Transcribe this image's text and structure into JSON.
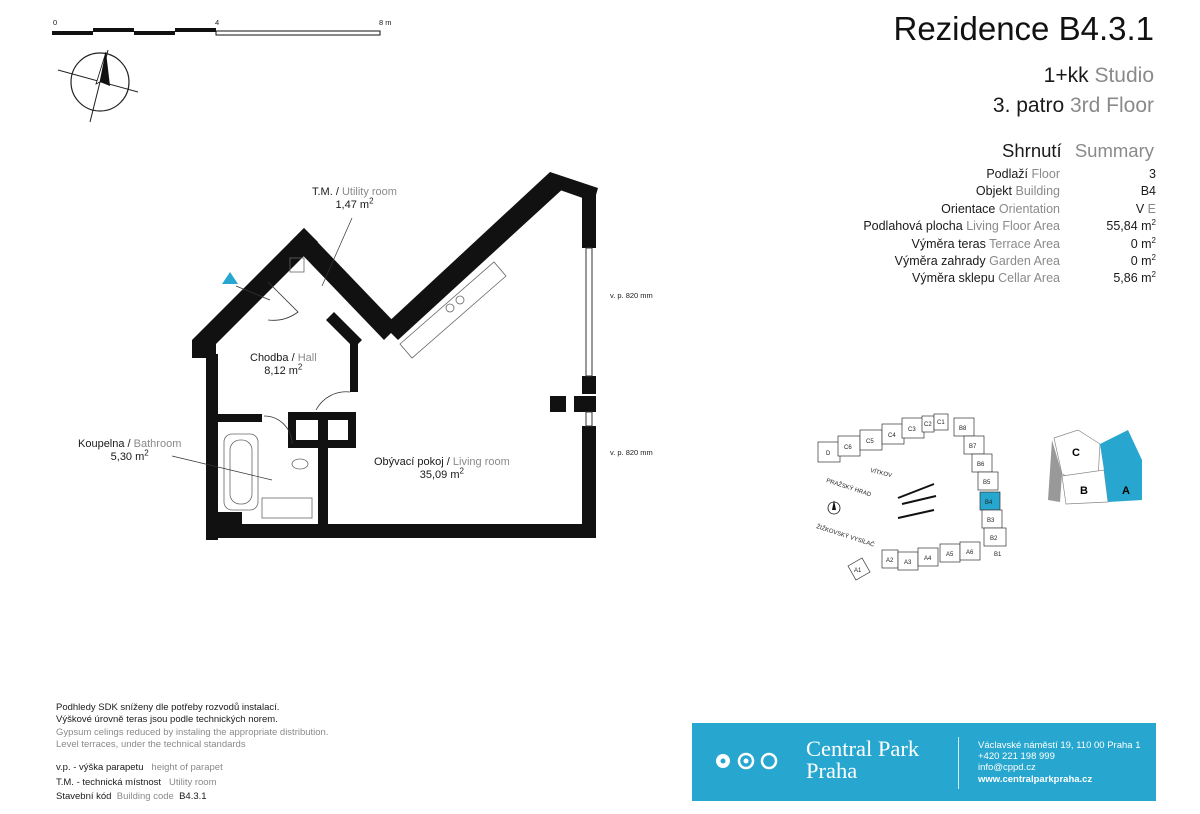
{
  "header": {
    "title": "Rezidence B4.3.1",
    "unit_type_cz": "1+kk",
    "unit_type_en": "Studio",
    "floor_cz": "3. patro",
    "floor_en": "3rd Floor"
  },
  "summary": {
    "heading_cz": "Shrnutí",
    "heading_en": "Summary",
    "rows": [
      {
        "label_cz": "Podlaží",
        "label_en": "Floor",
        "value": "3",
        "unit": ""
      },
      {
        "label_cz": "Objekt",
        "label_en": "Building",
        "value": "B4",
        "unit": ""
      },
      {
        "label_cz": "Orientace",
        "label_en": "Orientation",
        "value": "V",
        "value_en": "E",
        "unit": ""
      },
      {
        "label_cz": "Podlahová plocha",
        "label_en": "Living Floor Area",
        "value": "55,84 m",
        "unit": "2"
      },
      {
        "label_cz": "Výměra teras",
        "label_en": "Terrace Area",
        "value": "0 m",
        "unit": "2"
      },
      {
        "label_cz": "Výměra zahrady",
        "label_en": "Garden Area",
        "value": "0 m",
        "unit": "2"
      },
      {
        "label_cz": "Výměra sklepu",
        "label_en": "Cellar Area",
        "value": "5,86 m",
        "unit": "2"
      }
    ]
  },
  "scale": {
    "label_0": "0",
    "label_4": "4",
    "label_8": "8 m"
  },
  "rooms": {
    "utility": {
      "name_cz": "T.M. /",
      "name_en": "Utility room",
      "area": "1,47 m",
      "sup": "2"
    },
    "hall": {
      "name_cz": "Chodba /",
      "name_en": "Hall",
      "area": "8,12 m",
      "sup": "2"
    },
    "bathroom": {
      "name_cz": "Koupelna /",
      "name_en": "Bathroom",
      "area": "5,30 m",
      "sup": "2"
    },
    "living": {
      "name_cz": "Obývací pokoj /",
      "name_en": "Living room",
      "area": "35,09 m",
      "sup": "2"
    }
  },
  "parapet": {
    "upper": "v. p. 820 mm",
    "lower": "v. p. 820 mm"
  },
  "site_map": {
    "labels": {
      "vitkov": "VÍTKOV",
      "hrad": "PRAŽSKÝ HRAD",
      "vysilac": "ŽIŽKOVSKÝ VYSÍLAČ"
    },
    "units_top": [
      "D",
      "C6",
      "C5",
      "C4",
      "C3",
      "C2",
      "C1"
    ],
    "units_right": [
      "B8",
      "B7",
      "B6",
      "B5",
      "B4",
      "B3",
      "B2",
      "B1"
    ],
    "units_bottom": [
      "A1",
      "A2",
      "A3",
      "A4",
      "A5",
      "A6"
    ],
    "highlight": "B4",
    "building_labels": [
      "C",
      "B",
      "A"
    ],
    "accent": "#27a7cf"
  },
  "notes": {
    "line1": "Podhledy SDK sníženy dle potřeby rozvodů instalací.",
    "line2": "Výškové úrovně teras jsou podle technických norem.",
    "line3": "Gypsum celings reduced by instaling the appropriate distribution.",
    "line4": "Level terraces, under the technical standards",
    "vp_cz": "v.p. - výška parapetu",
    "vp_en": "height of parapet",
    "tm_cz": "T.M. - technická místnost",
    "tm_en": "Utility room",
    "code_cz": "Stavební kód",
    "code_en": "Building code",
    "code_value": "B4.3.1"
  },
  "banner": {
    "brand_line1": "Central Park",
    "brand_line2": "Praha",
    "address": "Václavské náměstí 19, 110 00 Praha 1",
    "phone": "+420 221 198 999",
    "email": "info@cppd.cz",
    "web": "www.centralparkpraha.cz",
    "color": "#27a7cf"
  }
}
